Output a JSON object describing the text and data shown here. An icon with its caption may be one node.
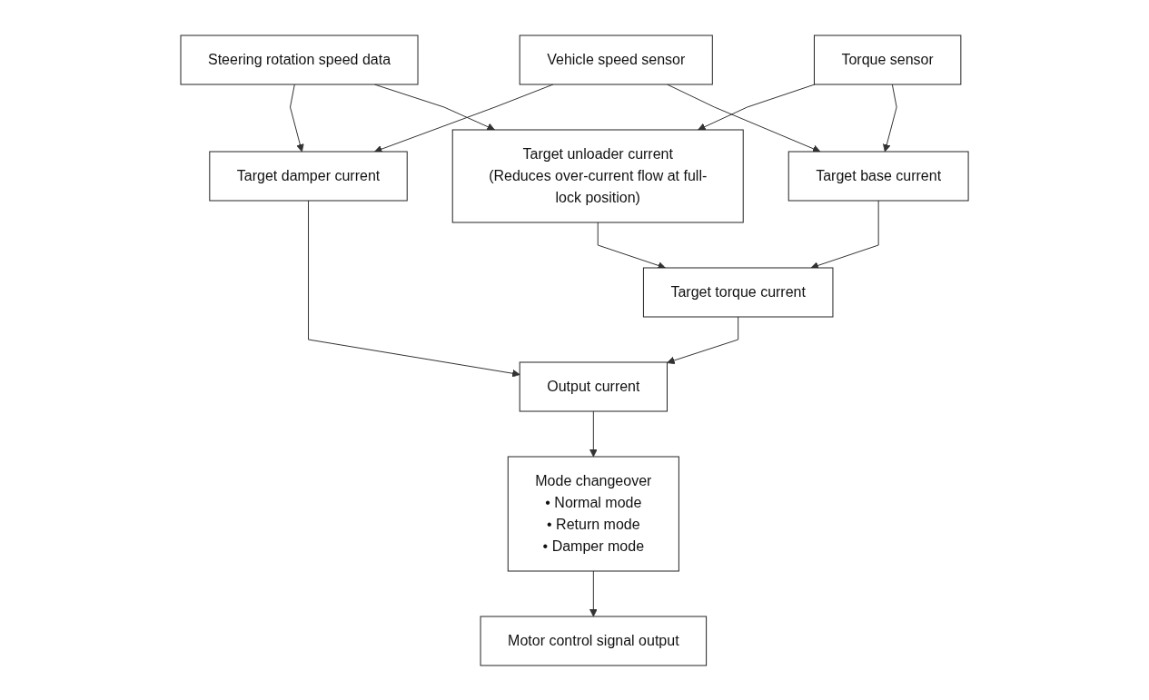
{
  "diagram": {
    "nodes": [
      {
        "text": [
          "Vehicle speed sensor"
        ]
      },
      {
        "text": [
          "Torque sensor"
        ]
      },
      {
        "text": [
          "Steering rotation speed data"
        ]
      },
      {
        "text": [
          "Target damper current"
        ]
      },
      {
        "text": [
          "Target unloader current",
          "(Reduces over-current flow at full-lock position)"
        ]
      },
      {
        "text": [
          "Target base current"
        ]
      },
      {
        "text": [
          "Output current"
        ]
      },
      {
        "text": [
          "Target torque current"
        ]
      },
      {
        "text": [
          "Mode changeover",
          "• Normal mode",
          "• Return mode",
          "• Damper mode"
        ]
      },
      {
        "text": [
          "Motor control signal output"
        ]
      }
    ],
    "edges": [
      {
        "from": 0,
        "to": 3,
        "arrow": "to"
      },
      {
        "from": 0,
        "to": 5,
        "arrow": "to"
      },
      {
        "from": 2,
        "to": 3,
        "arrow": "to"
      },
      {
        "from": 2,
        "to": 4,
        "arrow": "to"
      },
      {
        "from": 1,
        "to": 4,
        "arrow": "to"
      },
      {
        "from": 1,
        "to": 5,
        "arrow": "to"
      },
      {
        "from": 3,
        "to": 6,
        "arrow": "to"
      },
      {
        "from": 4,
        "to": 7,
        "arrow": "to"
      },
      {
        "from": 7,
        "to": 6,
        "arrow": "to"
      },
      {
        "from": 5,
        "to": 7,
        "arrow": "to"
      },
      {
        "from": 6,
        "to": 8,
        "arrow": "to"
      },
      {
        "from": 8,
        "to": 9,
        "arrow": "to"
      }
    ]
  }
}
